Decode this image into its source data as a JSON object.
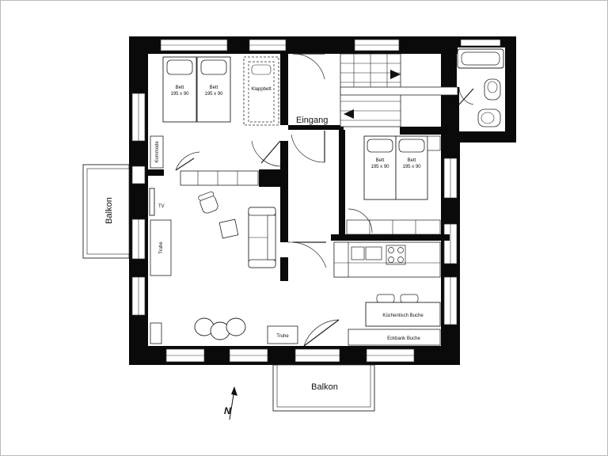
{
  "labels": {
    "bett": "Bett",
    "bett_size": "195 x 90",
    "klappbett": "Klappbett",
    "kommode": "Kommode",
    "eingang": "Eingang",
    "tv": "TV",
    "truhe": "Truhe",
    "balkon": "Balkon",
    "kuechentisch": "Küchentisch Buche",
    "eckbank": "Eckbank Buche"
  },
  "north_arrow": {
    "letter": "N",
    "icon": "north-arrow-icon"
  },
  "colors": {
    "wall": "#0a0a0a",
    "line": "#222222",
    "background": "#ffffff"
  }
}
